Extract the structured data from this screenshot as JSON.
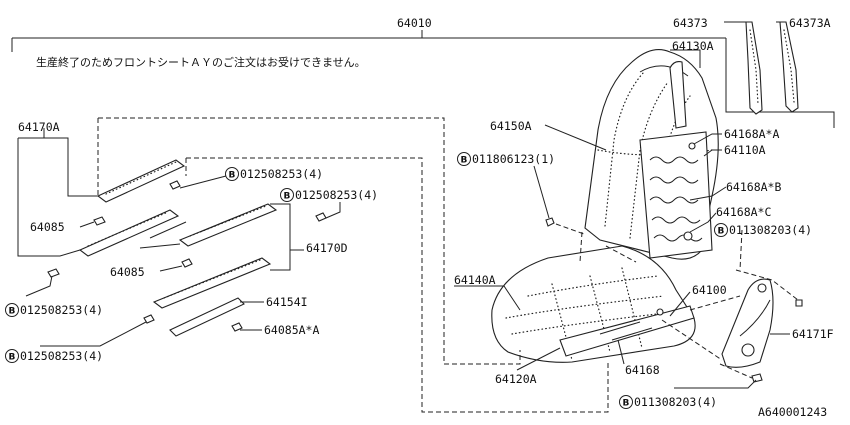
{
  "diagram": {
    "notice": "生産終了のためフロントシートＡＹのご注文はお受けできません。",
    "drawing_id": "A640001243",
    "parts": {
      "p64010": "64010",
      "p64373": "64373",
      "p64373A": "64373A",
      "p64130A": "64130A",
      "p64150A": "64150A",
      "p64168AxA": "64168A*A",
      "p64110A": "64110A",
      "p64168AxB": "64168A*B",
      "p64168AxC": "64168A*C",
      "p64170A": "64170A",
      "p64085_1": "64085",
      "p64085_2": "64085",
      "p64170D": "64170D",
      "p64154I": "64154I",
      "p64085AxA": "64085A*A",
      "p64140A": "64140A",
      "p64100": "64100",
      "p64171F": "64171F",
      "p64120A": "64120A",
      "p64168": "64168"
    },
    "bolts": {
      "b1": {
        "symbol": "B",
        "code": "012508253(4)"
      },
      "b2": {
        "symbol": "B",
        "code": "012508253(4)"
      },
      "b3": {
        "symbol": "B",
        "code": "012508253(4)"
      },
      "b4": {
        "symbol": "B",
        "code": "012508253(4)"
      },
      "b5": {
        "symbol": "B",
        "code": "011806123(1)"
      },
      "b6": {
        "symbol": "B",
        "code": "011308203(4)"
      },
      "b7": {
        "symbol": "B",
        "code": "011308203(4)"
      }
    }
  }
}
